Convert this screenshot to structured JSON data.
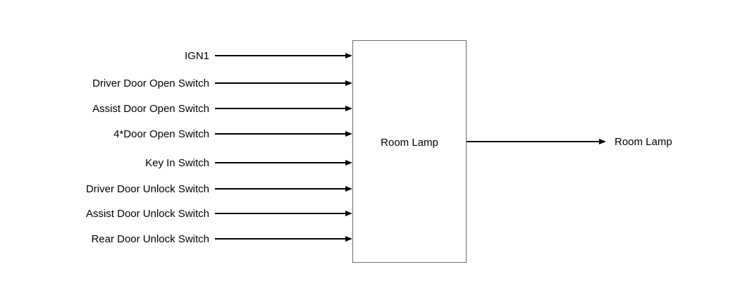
{
  "diagram": {
    "block": {
      "label": "Room Lamp"
    },
    "inputs": [
      {
        "label": "IGN1"
      },
      {
        "label": "Driver Door Open Switch"
      },
      {
        "label": "Assist Door Open Switch"
      },
      {
        "label": "4*Door Open Switch"
      },
      {
        "label": "Key In Switch"
      },
      {
        "label": "Driver Door Unlock Switch"
      },
      {
        "label": "Assist Door Unlock Switch"
      },
      {
        "label": "Rear Door Unlock Switch"
      }
    ],
    "outputs": [
      {
        "label": "Room Lamp"
      }
    ],
    "colors": {
      "background": "#ffffff",
      "line": "#000000",
      "box_border": "#6e6e6e",
      "text": "#000000"
    }
  }
}
